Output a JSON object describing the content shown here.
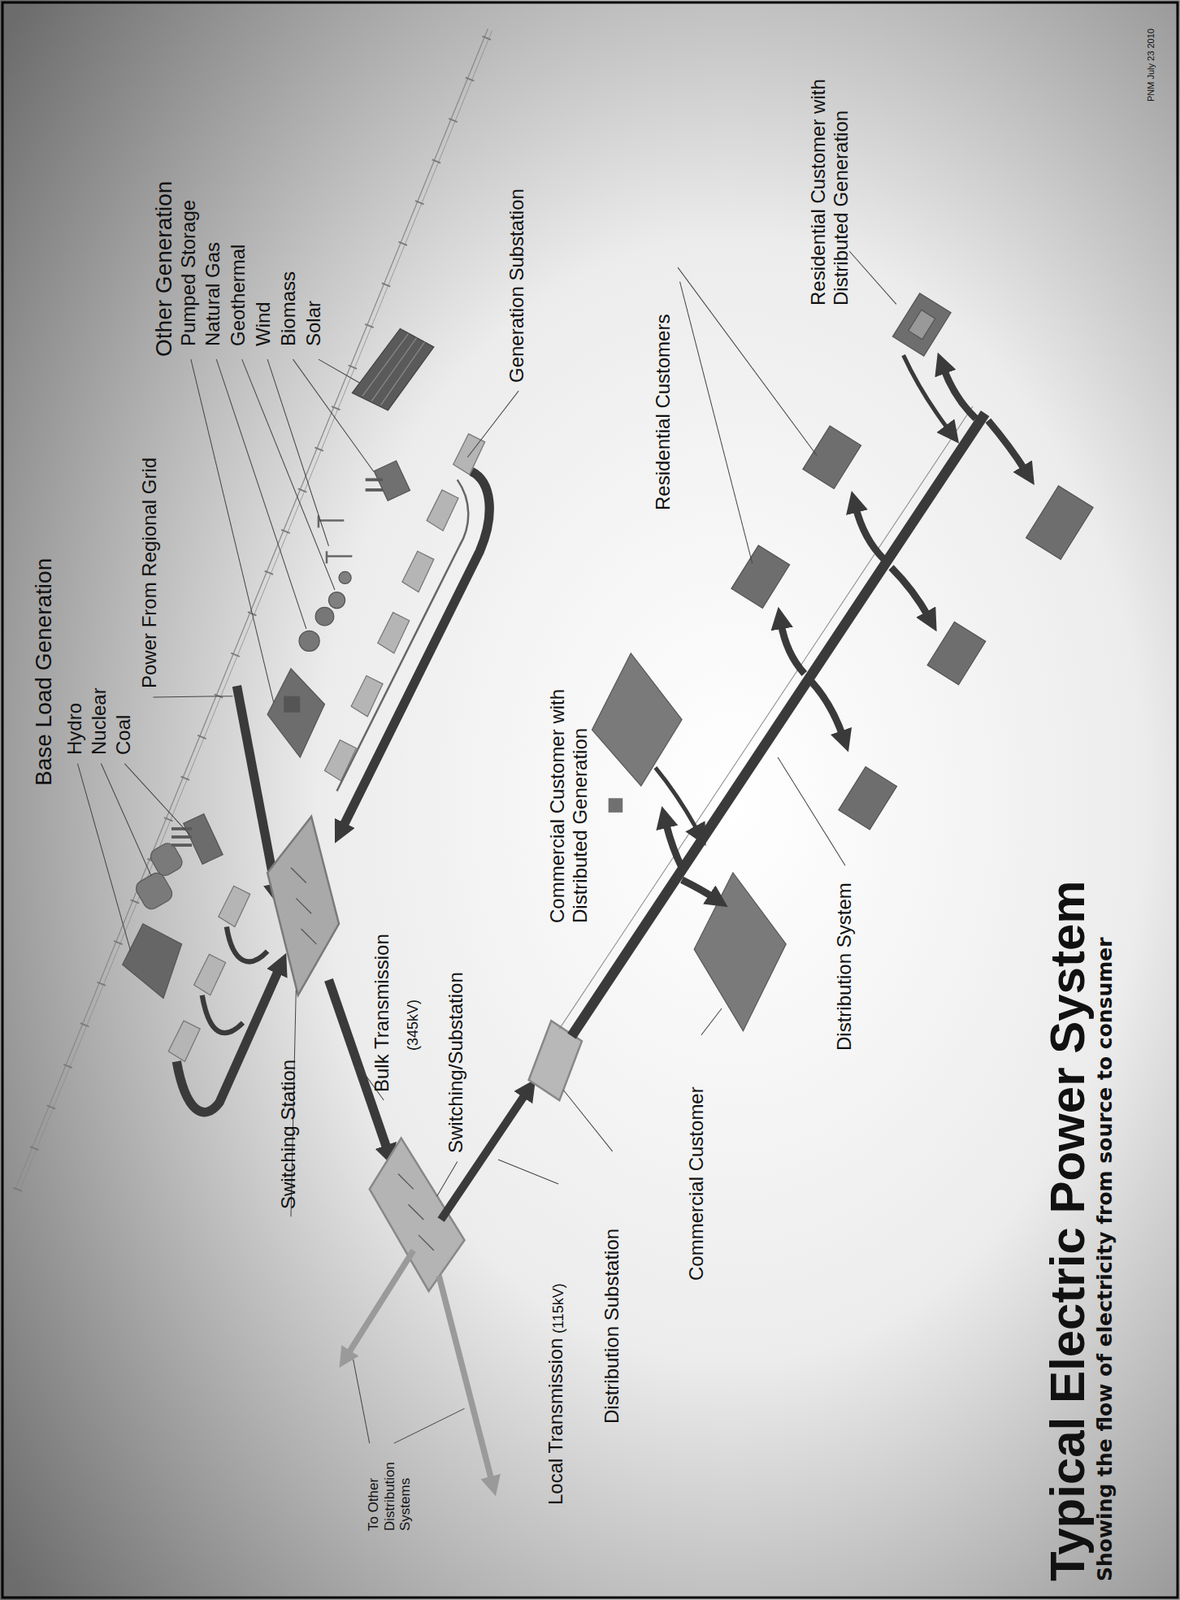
{
  "diagram": {
    "title": "Typical Electric Power System",
    "labels": [
      "Base Load Generation",
      "Hydro",
      "Nuclear",
      "Coal",
      "Power From Regional Grid",
      "Other Generation",
      "Pumped Storage",
      "Natural Gas",
      "Geothermal",
      "Wind",
      "Biomass",
      "Solar",
      "Generation Substation",
      "Switching Station",
      "Bulk Transmission",
      "(345kV)",
      "Switching/Substation",
      "To Other Distribution Systems",
      "Local Transmission",
      "(115kV)",
      "Distribution Substation",
      "Commercial Customer",
      "Commercial Customer with Distributed Generation",
      "Distribution System",
      "Residential Customers",
      "Residential Customer with Distributed Generation",
      "Showing the flow of electricity from source to consumer",
      "PNM July 23 2010"
    ]
  }
}
